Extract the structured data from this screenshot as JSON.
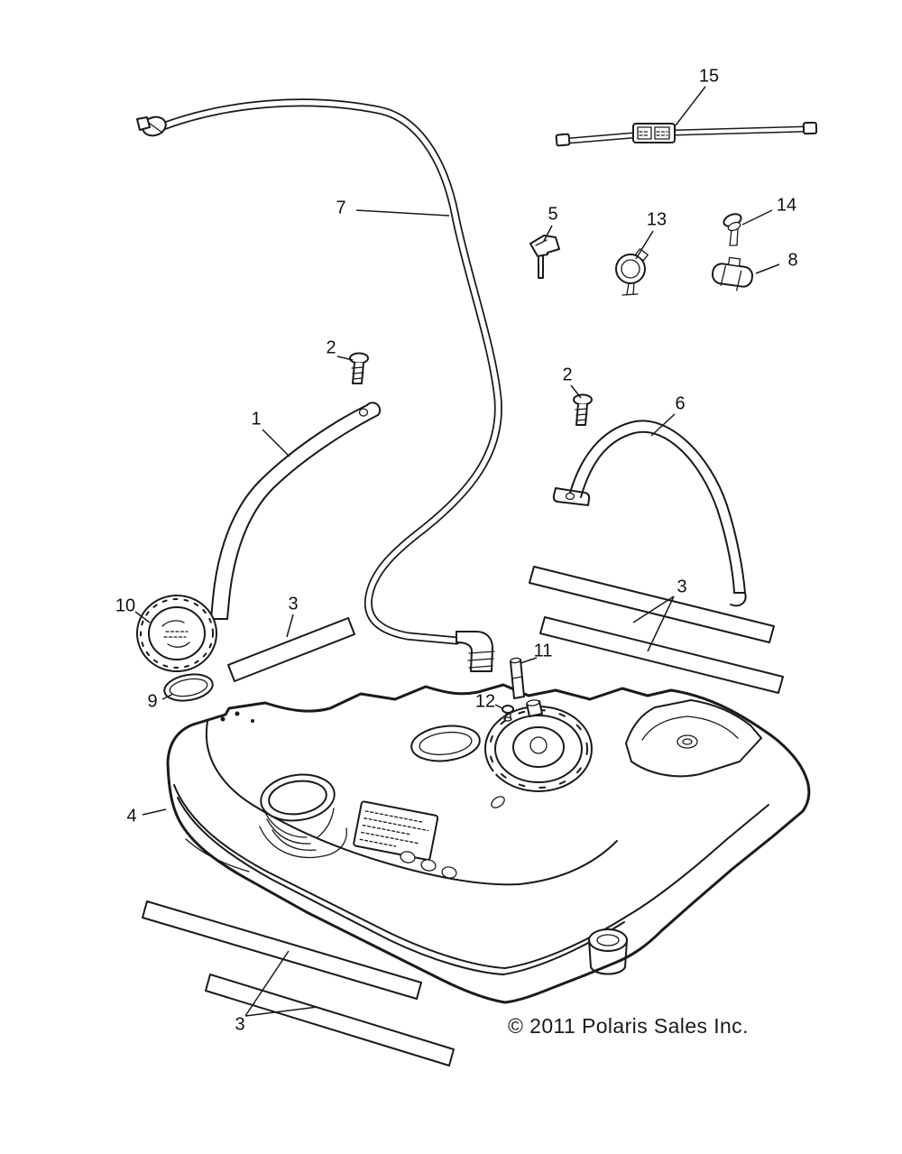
{
  "callouts": [
    {
      "label": "15"
    },
    {
      "label": "7"
    },
    {
      "label": "5"
    },
    {
      "label": "13"
    },
    {
      "label": "14"
    },
    {
      "label": "8"
    },
    {
      "label": "2"
    },
    {
      "label": "2"
    },
    {
      "label": "6"
    },
    {
      "label": "1"
    },
    {
      "label": "3"
    },
    {
      "label": "10"
    },
    {
      "label": "3"
    },
    {
      "label": "11"
    },
    {
      "label": "9"
    },
    {
      "label": "12"
    },
    {
      "label": "4"
    },
    {
      "label": "3"
    }
  ],
  "copyright": "© 2011 Polaris Sales Inc.",
  "colors": {
    "line": "#1a1a1a",
    "background": "#ffffff"
  }
}
